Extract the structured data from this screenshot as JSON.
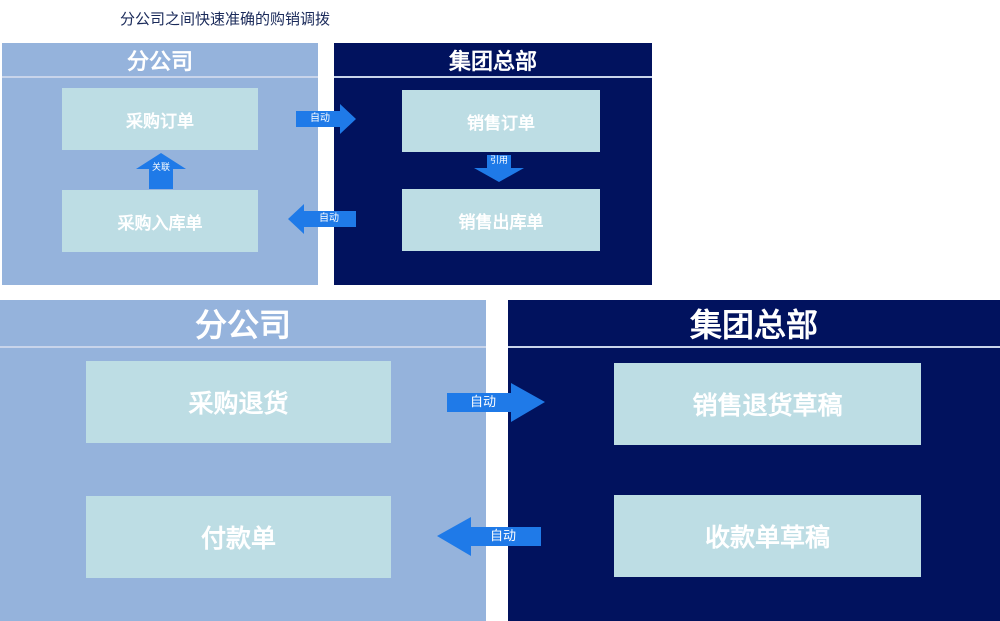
{
  "title": "分公司之间快速准确的购销调拨",
  "top": {
    "left_header": "分公司",
    "right_header": "集团总部",
    "purchase_order": "采购订单",
    "purchase_receipt": "采购入库单",
    "sales_order": "销售订单",
    "sales_delivery": "销售出库单",
    "arrow_auto_right": "自动",
    "arrow_auto_left": "自动",
    "arrow_link": "关联",
    "arrow_ref": "引用"
  },
  "bottom": {
    "left_header": "分公司",
    "right_header": "集团总部",
    "purchase_return": "采购退货",
    "payment": "付款单",
    "sales_return_draft": "销售退货草稿",
    "receipt_draft": "收款单草稿",
    "arrow_auto_right": "自动",
    "arrow_auto_left": "自动"
  },
  "colors": {
    "light": "#95b3dc",
    "dark": "#01125e",
    "box": "#bddde4",
    "arrow": "#1f7ae8"
  }
}
